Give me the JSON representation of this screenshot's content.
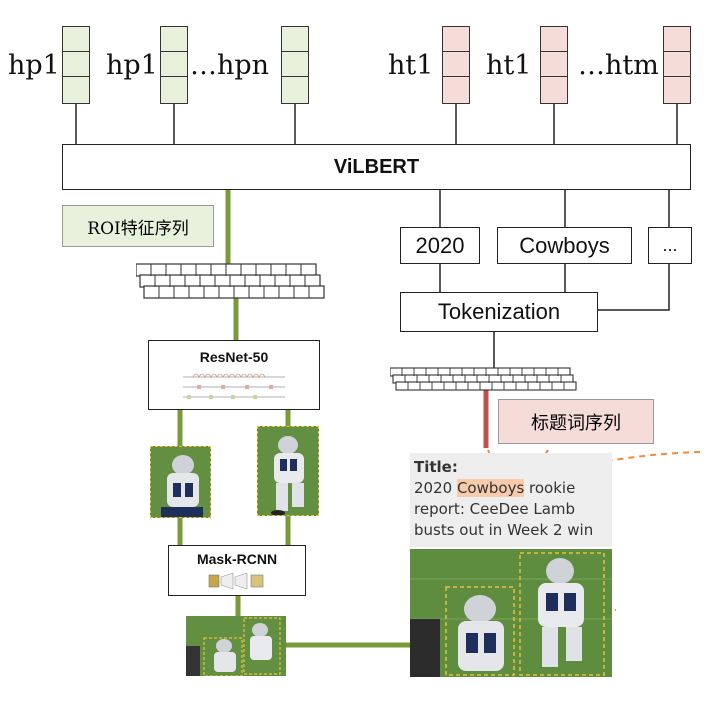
{
  "hp_labels": [
    "hp1",
    "hp1",
    "…hpn"
  ],
  "ht_labels": [
    "ht1",
    "ht1",
    "…htm"
  ],
  "vilbert_label": "ViLBERT",
  "roi_label": "ROI特征序列",
  "token_boxes": [
    "2020",
    "Cowboys",
    "..."
  ],
  "tokenization_label": "Tokenization",
  "title_token_label": "标题词序列",
  "resnet_label": "ResNet-50",
  "maskrcnn_label": "Mask-RCNN",
  "title_card": {
    "heading": "Title:",
    "line1_pre": "2020 ",
    "line1_highlight": "Cowboys",
    "line1_post": " rookie",
    "line2": "report: CeeDee Lamb",
    "line3": "busts out in Week 2 win"
  },
  "colors": {
    "visual_green": "#7a9a3a",
    "text_red": "#c0504d",
    "arrow_orange": "#f08a3a",
    "hp_fill": "#e8f1dc",
    "ht_fill": "#f6dcd8",
    "roi_fill": "#e8f1dc",
    "title_tag_fill": "#f6dcd8",
    "highlight": "#f8cbad",
    "card_bg": "#eeeeee"
  }
}
